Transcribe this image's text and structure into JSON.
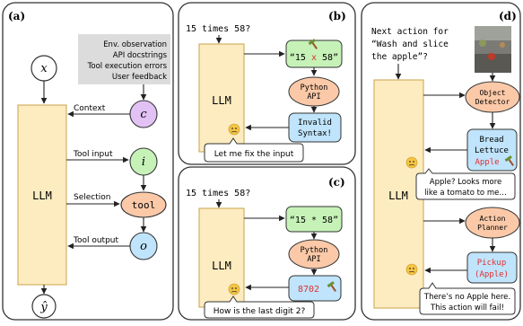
{
  "panel_a": {
    "label": "(a)",
    "x": "x",
    "llm": "LLM",
    "y_hat": "ŷ",
    "context_box": [
      "Env. observation",
      "API docstrings",
      "Tool execution errors",
      "User feedback"
    ],
    "context_label": "Context",
    "c": "c",
    "tool_input_label": "Tool input",
    "i": "i",
    "selection_label": "Selection",
    "tool": "tool",
    "tool_output_label": "Tool output",
    "o": "o"
  },
  "panel_b": {
    "label": "(b)",
    "query": "15 times 58?",
    "llm": "LLM",
    "input_pre": "“15 ",
    "input_op": "x",
    "input_post": " 58”",
    "tool_line1": "Python",
    "tool_line2": "API",
    "output_line1": "Invalid",
    "output_line2": "Syntax!",
    "thought": "Let me fix the input"
  },
  "panel_c": {
    "label": "(c)",
    "query": "15 times 58?",
    "llm": "LLM",
    "input": "“15 * 58”",
    "tool_line1": "Python",
    "tool_line2": "API",
    "output": "8702",
    "thought": "How is the last digit 2?"
  },
  "panel_d": {
    "label": "(d)",
    "query_line1": "Next action for",
    "query_line2": "“Wash and slice",
    "query_line3": "the apple”?",
    "llm": "LLM",
    "detector_line1": "Object",
    "detector_line2": "Detector",
    "det_out_line1": "Bread",
    "det_out_line2": "Lettuce",
    "det_out_line3": "Apple",
    "thought1_line1": "Apple? Looks more",
    "thought1_line2": "like a tomato to me…",
    "planner_line1": "Action",
    "planner_line2": "Planner",
    "plan_out_line1": "Pickup",
    "plan_out_line2": "(Apple)",
    "thought2_line1": "There’s no Apple here.",
    "thought2_line2": "This action will fail!"
  },
  "colors": {
    "llm_fill": "#fdecc0",
    "llm_stroke": "#c9a24a",
    "green_fill": "#c6f2b8",
    "orange_fill": "#fbc9a8",
    "blue_fill": "#bfe4fb",
    "purple_fill": "#e2c2f5",
    "gray_fill": "#dcdcdc",
    "error_red": "#e03030"
  }
}
